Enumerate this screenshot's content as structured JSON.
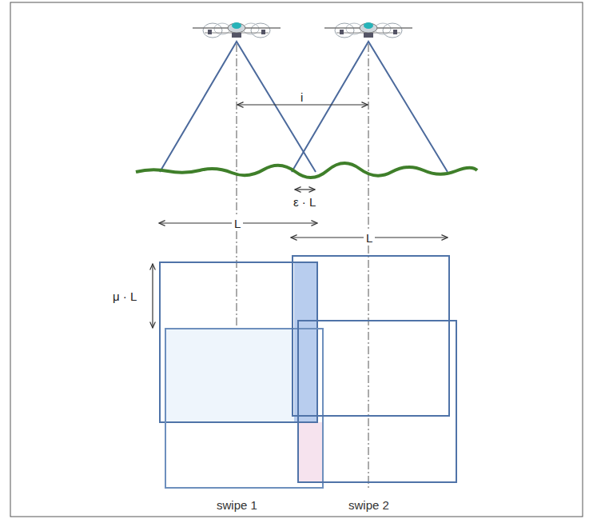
{
  "diagram": {
    "labels": [
      "i",
      "ε · L",
      "L",
      "L",
      "μ · L",
      "swipe 1",
      "swipe 2"
    ]
  }
}
